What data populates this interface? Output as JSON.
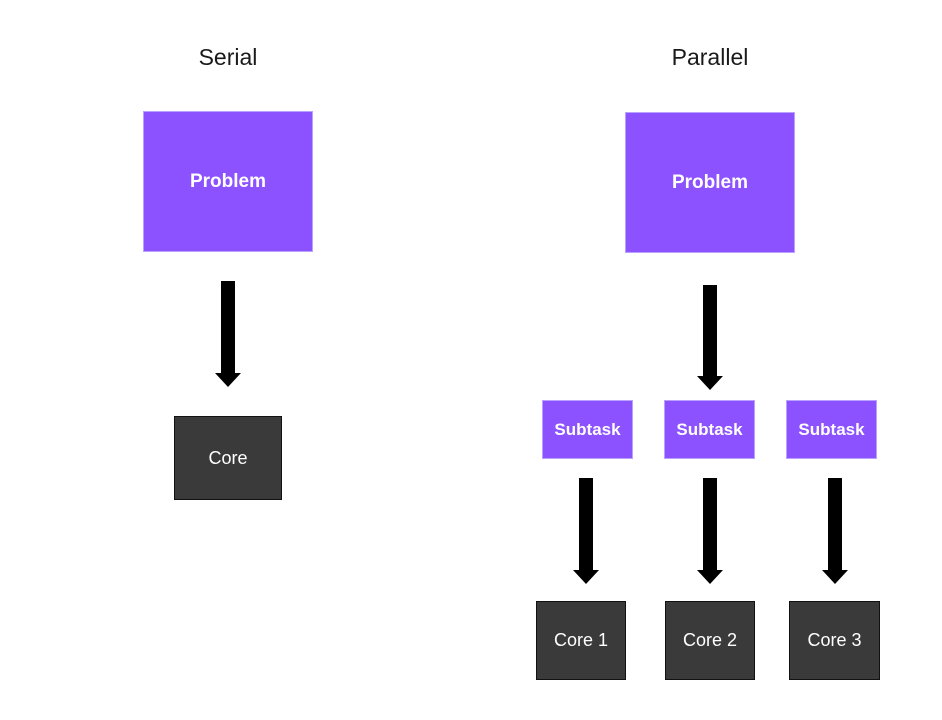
{
  "serial": {
    "heading": "Serial",
    "problem": "Problem",
    "core": "Core"
  },
  "parallel": {
    "heading": "Parallel",
    "problem": "Problem",
    "subtasks": [
      "Subtask",
      "Subtask",
      "Subtask"
    ],
    "cores": [
      "Core 1",
      "Core 2",
      "Core 3"
    ]
  },
  "colors": {
    "problem_fill": "#8c52ff",
    "core_fill": "#3a3a3a",
    "arrow": "#000000"
  }
}
